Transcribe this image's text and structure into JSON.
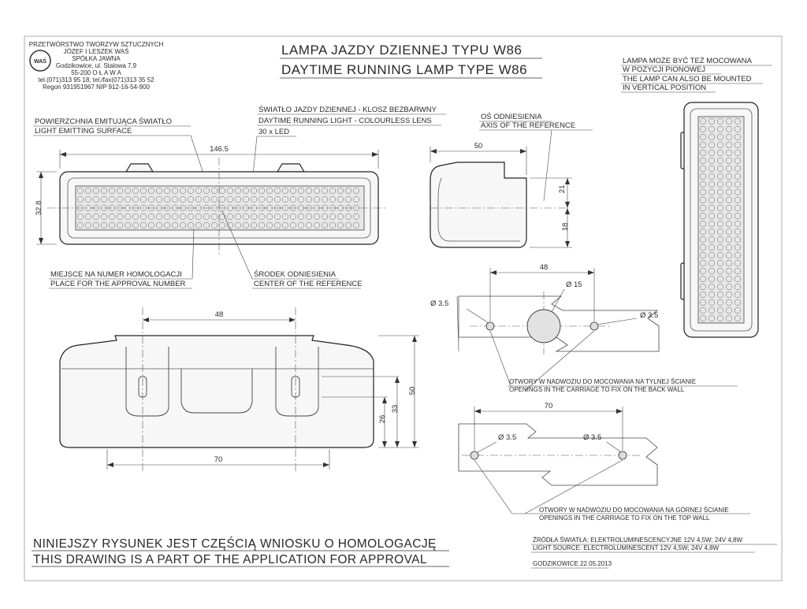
{
  "company": {
    "line1": "PRZETWÓRSTWO TWORZYW SZTUCZNYCH",
    "line2": "JÓZEF I LESZEK WAŚ",
    "line3": "SPÓŁKA JAWNA",
    "line4": "Godzikowice, ul. Stalowa 7,9",
    "line5": "55-200   O Ł A W A",
    "line6": "tel.(071)313 95 18, tel./fax(071)313 35 52",
    "line7": "Regon 931951967 NIP 912-16-54-900",
    "logo_text": "WAŚ"
  },
  "title": {
    "pl": "LAMPA JAZDY DZIENNEJ TYPU W86",
    "en": "DAYTIME RUNNING LAMP TYPE W86"
  },
  "mount_note": {
    "l1": "LAMPA MOŻE BYĆ TEŻ MOCOWANA",
    "l2": "W POZYCJI PIONOWEJ",
    "l3": "THE LAMP CAN ALSO BE MOUNTED",
    "l4": "IN VERTICAL POSITION"
  },
  "labels": {
    "surface_pl": "POWIERZCHNIA EMITUJĄCA ŚWIATŁO",
    "surface_en": "LIGHT EMITTING SURFACE",
    "drl_pl": "ŚWIATŁO JAZDY DZIENNEJ - KLOSZ BEZBARWNY",
    "drl_en": "DAYTIME RUNNING LIGHT - COLOURLESS LENS",
    "led": "30 x LED",
    "axis_pl": "OŚ ODNIESIENIA",
    "axis_en": "AXIS OF THE REFERENCE",
    "approval_pl": "MIEJSCE NA NUMER HOMOLOGACJI",
    "approval_en": "PLACE FOR THE APPROVAL NUMBER",
    "center_pl": "ŚRODEK ODNIESIENIA",
    "center_en": "CENTER OF THE REFERENCE",
    "back_pl": "OTWORY W NADWOZIU DO MOCOWANIA NA TYLNEJ ŚCIANIE",
    "back_en": "OPENINGS IN THE CARRIAGE TO FIX ON THE BACK WALL",
    "top_pl": "OTWORY W NADWOZIU DO MOCOWANIA NA GÓRNEJ ŚCIANIE",
    "top_en": "OPENINGS IN THE CARRIAGE TO FIX ON THE TOP WALL"
  },
  "dimensions": {
    "width": "146.5",
    "height": "32.8",
    "depth": "50",
    "d21": "21",
    "d18": "18",
    "d48_back": "48",
    "d15": "Ø 15",
    "d35a": "Ø 3.5",
    "d35b": "Ø 3.5",
    "d48_bottom": "48",
    "d70_bottom": "70",
    "d50_bottom": "50",
    "d33": "33",
    "d26": "26",
    "d70_top": "70",
    "d35c": "Ø 3.5",
    "d35d": "Ø 3.5"
  },
  "footer": {
    "pl": "NINIEJSZY RYSUNEK JEST CZĘŚCIĄ WNIOSKU O  HOMOLOGACJĘ",
    "en": "THIS DRAWING IS A PART OF THE APPLICATION FOR  APPROVAL"
  },
  "source": {
    "pl": "ŹRÓDŁA ŚWIATŁA: ELEKTROLUMINESCENCYJNE   12V  4,5W; 24V  4,8W",
    "en": "LIGHT SOURCE: ELECTROLUMINESCENT      12V  4,5W; 24V  4,8W"
  },
  "place_date": "GODZIKOWICE   22.05.2013"
}
